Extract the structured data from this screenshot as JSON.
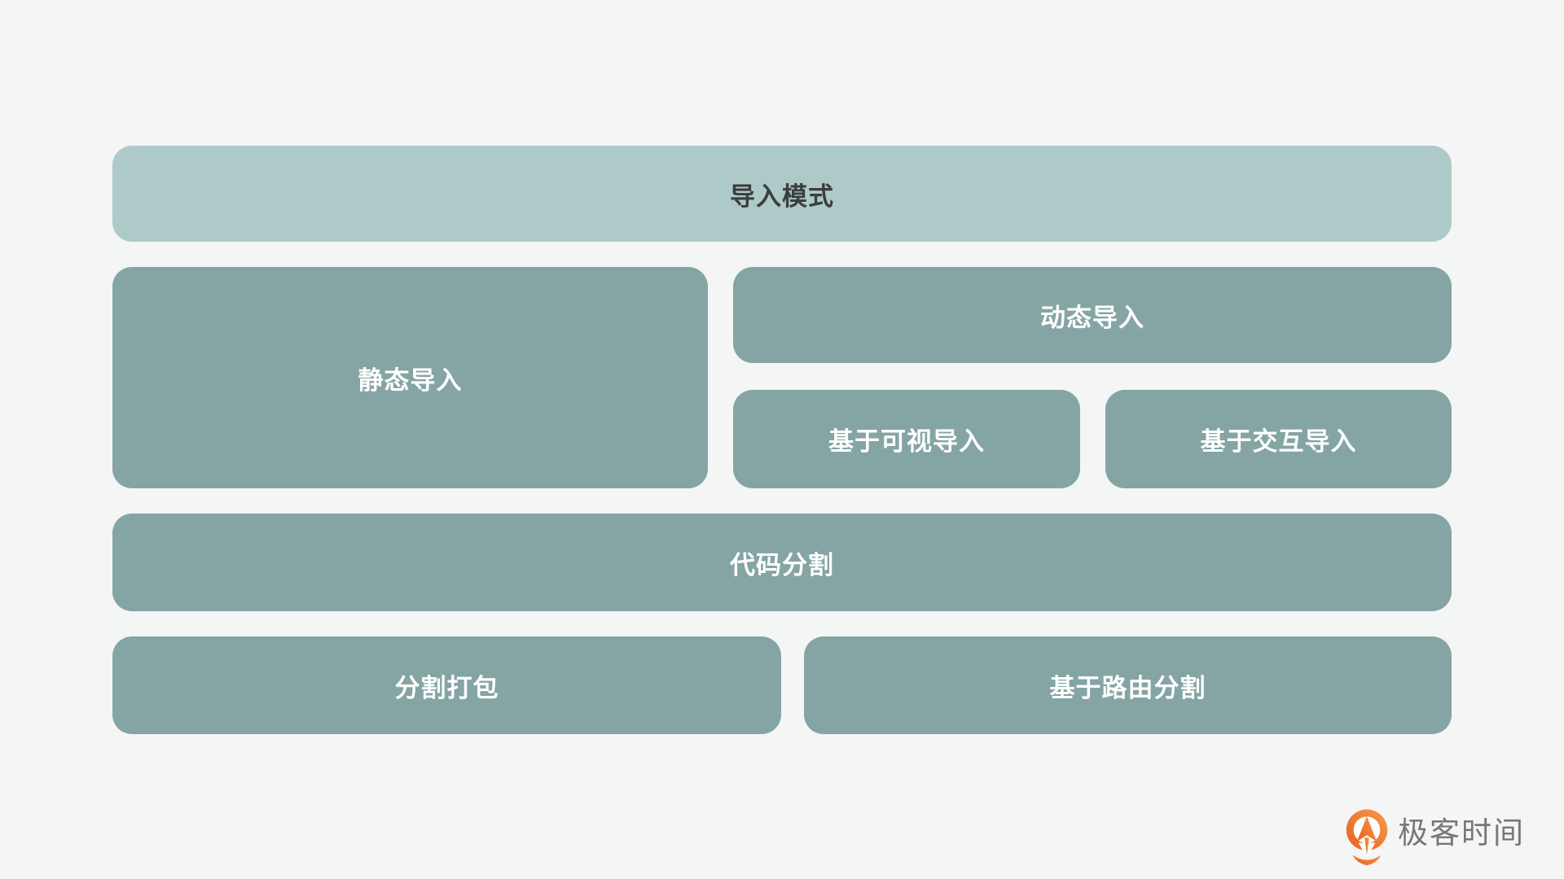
{
  "colors": {
    "background": "#f4f5f5",
    "block_dark_teal": "#84a5a3",
    "block_light_teal": "#aecac8",
    "title_text": "#3b3d3f",
    "block_text": "#ffffff",
    "logo_text": "#76777a",
    "logo_orange_light": "#f59a4f",
    "logo_orange_dark": "#e8611c"
  },
  "diagram": {
    "title_block": {
      "label": "导入模式"
    },
    "blocks": {
      "static_import": {
        "label": "静态导入"
      },
      "dynamic_import": {
        "label": "动态导入"
      },
      "visual_import": {
        "label": "基于可视导入"
      },
      "interaction_import": {
        "label": "基于交互导入"
      },
      "code_splitting": {
        "label": "代码分割"
      },
      "split_bundling": {
        "label": "分割打包"
      },
      "route_splitting": {
        "label": "基于路由分割"
      }
    }
  },
  "footer": {
    "brand_name": "极客时间"
  }
}
